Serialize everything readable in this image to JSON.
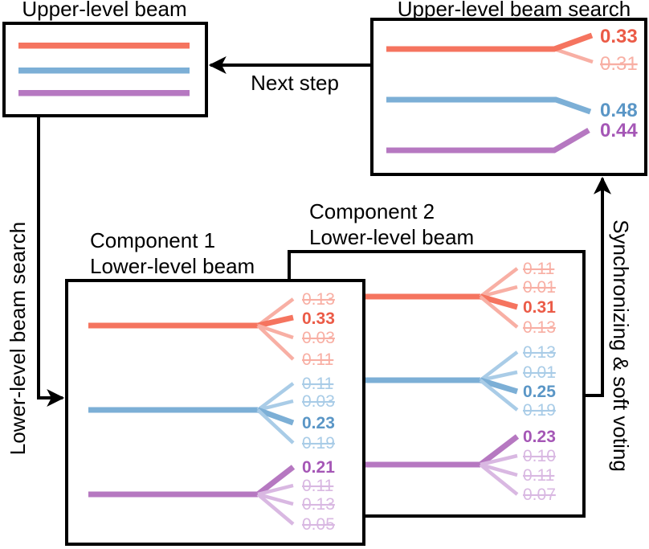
{
  "colors": {
    "salmon": "#F5745F",
    "salmon_light": "#F8AFA4",
    "salmon_dark": "#EB5B47",
    "blue": "#7CAFD6",
    "blue_light": "#A9CCE7",
    "blue_dark": "#5A96C6",
    "purple": "#B678C1",
    "purple_light": "#D9B8E2",
    "purple_dark": "#A557B6",
    "black": "#000000"
  },
  "upper_beam": {
    "title": "Upper-level beam"
  },
  "upper_search": {
    "title": "Upper-level beam search",
    "beams": [
      {
        "name": "red",
        "candidates": [
          {
            "value": "0.33",
            "selected": true
          },
          {
            "value": "0.31",
            "selected": false
          }
        ]
      },
      {
        "name": "blue",
        "candidates": [
          {
            "value": "0.48",
            "selected": true
          }
        ]
      },
      {
        "name": "purple",
        "candidates": [
          {
            "value": "0.44",
            "selected": true
          }
        ]
      }
    ]
  },
  "arrows": {
    "next_step": "Next step",
    "lower_level": "Lower-level beam search",
    "sync": "Synchronizing & soft voting"
  },
  "component1": {
    "title_line1": "Component 1",
    "title_line2": "Lower-level beam",
    "beams": [
      {
        "name": "red",
        "branches": [
          {
            "value": "0.13",
            "selected": false
          },
          {
            "value": "0.33",
            "selected": true
          },
          {
            "value": "0.03",
            "selected": false
          },
          {
            "value": "0.11",
            "selected": false
          }
        ]
      },
      {
        "name": "blue",
        "branches": [
          {
            "value": "0.11",
            "selected": false
          },
          {
            "value": "0.03",
            "selected": false
          },
          {
            "value": "0.23",
            "selected": true
          },
          {
            "value": "0.19",
            "selected": false
          }
        ]
      },
      {
        "name": "purple",
        "branches": [
          {
            "value": "0.21",
            "selected": true
          },
          {
            "value": "0.11",
            "selected": false
          },
          {
            "value": "0.13",
            "selected": false
          },
          {
            "value": "0.05",
            "selected": false
          }
        ]
      }
    ]
  },
  "component2": {
    "title_line1": "Component 2",
    "title_line2": "Lower-level beam",
    "beams": [
      {
        "name": "red",
        "branches": [
          {
            "value": "0.11",
            "selected": false
          },
          {
            "value": "0.01",
            "selected": false
          },
          {
            "value": "0.31",
            "selected": true
          },
          {
            "value": "0.13",
            "selected": false
          }
        ]
      },
      {
        "name": "blue",
        "branches": [
          {
            "value": "0.13",
            "selected": false
          },
          {
            "value": "0.01",
            "selected": false
          },
          {
            "value": "0.25",
            "selected": true
          },
          {
            "value": "0.19",
            "selected": false
          }
        ]
      },
      {
        "name": "purple",
        "branches": [
          {
            "value": "0.23",
            "selected": true
          },
          {
            "value": "0.10",
            "selected": false
          },
          {
            "value": "0.11",
            "selected": false
          },
          {
            "value": "0.07",
            "selected": false
          }
        ]
      }
    ]
  }
}
